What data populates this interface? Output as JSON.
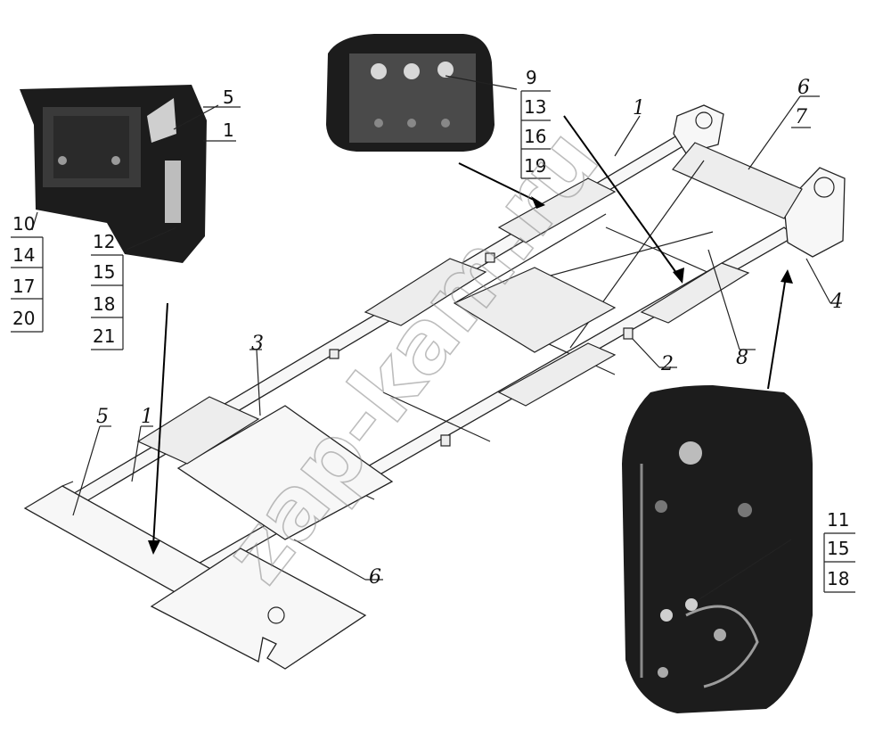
{
  "labels": {
    "top_left_a": "5",
    "top_left_b": "1",
    "tl_stack": [
      "10",
      "14",
      "17",
      "20"
    ],
    "tl_stack2": [
      "12",
      "15",
      "18",
      "21"
    ],
    "top_center_stack": [
      "9",
      "13",
      "16",
      "19"
    ],
    "right_stack": [
      "11",
      "15",
      "18"
    ],
    "frame_1_top": "1",
    "frame_6_top": "6",
    "frame_7": "7",
    "frame_4": "4",
    "frame_8": "8",
    "frame_2": "2",
    "frame_3": "3",
    "frame_5": "5",
    "frame_1_left": "1",
    "frame_6_bottom": "6"
  },
  "watermark": "zap-kam.ru",
  "colors": {
    "ink": "#111111",
    "photo_dark": "#1c1c1c",
    "paper": "#ffffff"
  }
}
